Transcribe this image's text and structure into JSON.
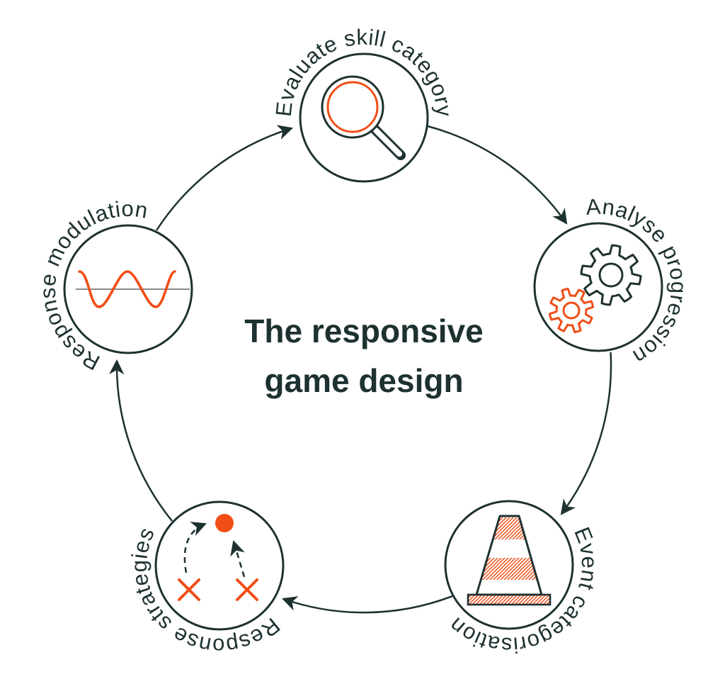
{
  "title": {
    "line1": "The responsive",
    "line2": "game design"
  },
  "nodes": [
    {
      "id": "evaluate-skill-category",
      "label": "Evaluate skill category",
      "icon": "magnifying-glass-icon",
      "position": "top"
    },
    {
      "id": "analyse-progression",
      "label": "Analyse progression",
      "icon": "gears-icon",
      "position": "right"
    },
    {
      "id": "event-categorisation",
      "label": "Event categorisation",
      "icon": "traffic-cone-icon",
      "position": "bottom-right"
    },
    {
      "id": "response-strategies",
      "label": "Response strategies",
      "icon": "strategy-arrows-icon",
      "position": "bottom-left"
    },
    {
      "id": "response-modulation",
      "label": "Response modulation",
      "icon": "sine-wave-icon",
      "position": "left"
    }
  ],
  "cycle": {
    "direction": "clockwise",
    "sequence": [
      "Evaluate skill category",
      "Analyse progression",
      "Event categorisation",
      "Response strategies",
      "Response modulation"
    ]
  },
  "colors": {
    "dark": "#1e3131",
    "orange": "#f04e16",
    "axis_gray": "#8b8b8b",
    "background": "#ffffff"
  }
}
